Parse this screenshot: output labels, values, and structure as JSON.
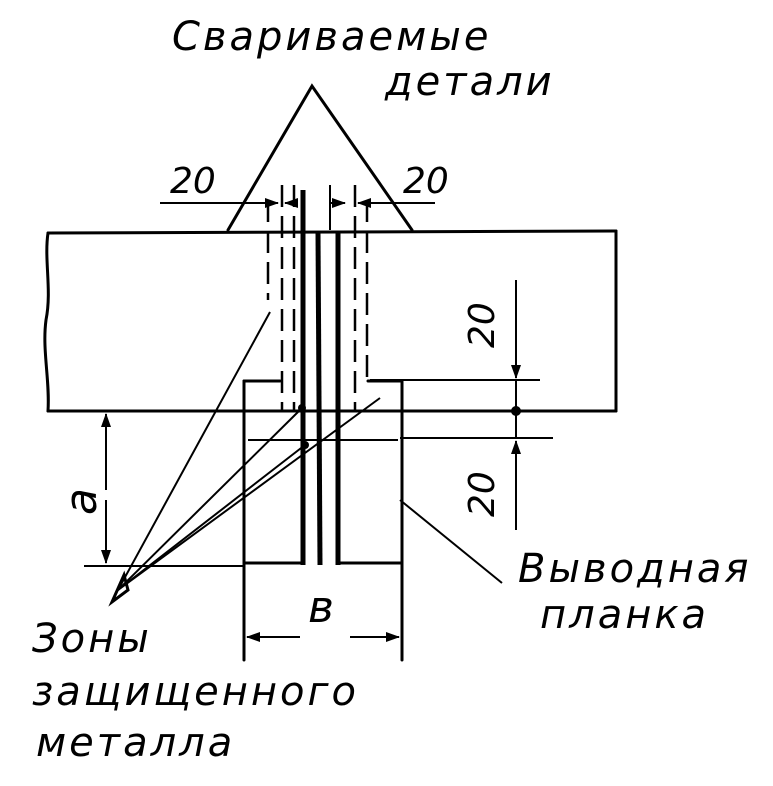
{
  "labels": {
    "top_line1": "Свариваемые",
    "top_line2": "детали",
    "right_line1": "Выводная",
    "right_line2": "планка",
    "left_line1": "Зоны",
    "left_line2": "защищенного",
    "left_line3": "металла"
  },
  "dimensions": {
    "top_left": "20",
    "top_right": "20",
    "right_upper": "20",
    "right_lower": "20",
    "height_symbol": "a",
    "width_symbol": "в"
  }
}
